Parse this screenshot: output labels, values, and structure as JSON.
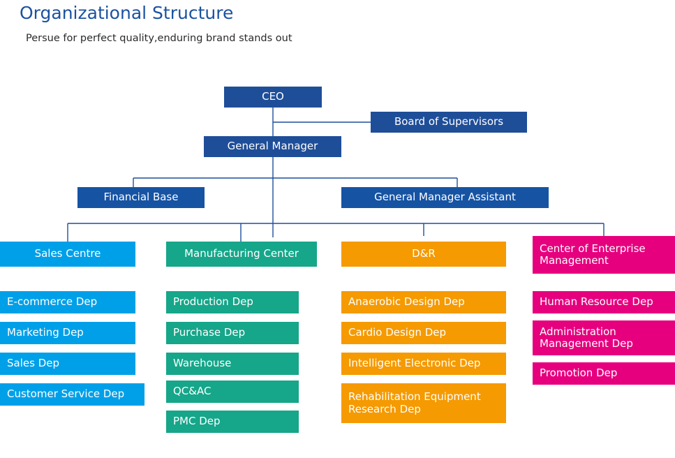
{
  "title": "Organizational Structure",
  "subtitle": "Persue for perfect quality,enduring brand stands out",
  "colors": {
    "title": "#1b52a0",
    "navy": "#1f4e99",
    "blue": "#00a0e9",
    "teal": "#16a68a",
    "orange": "#f59a00",
    "magenta": "#e6007e"
  },
  "nodes": {
    "ceo": "CEO",
    "board": "Board of Supervisors",
    "general_manager": "General Manager",
    "financial_base": "Financial Base",
    "gm_assistant": "General Manager Assistant",
    "sales_centre": "Sales Centre",
    "manufacturing_center": "Manufacturing Center",
    "dr": "D&R",
    "center_enterprise": "Center of Enterprise Management"
  },
  "columns": {
    "sales": [
      "E-commerce Dep",
      "Marketing Dep",
      "Sales Dep",
      "Customer Service Dep"
    ],
    "manufacturing": [
      "Production Dep",
      "Purchase Dep",
      "Warehouse",
      "QC&AC",
      "PMC Dep"
    ],
    "dr": [
      "Anaerobic Design Dep",
      "Cardio Design Dep",
      "Intelligent Electronic Dep",
      "Rehabilitation Equipment Research Dep"
    ],
    "enterprise": [
      "Human Resource Dep",
      "Administration Management Dep",
      "Promotion Dep"
    ]
  }
}
